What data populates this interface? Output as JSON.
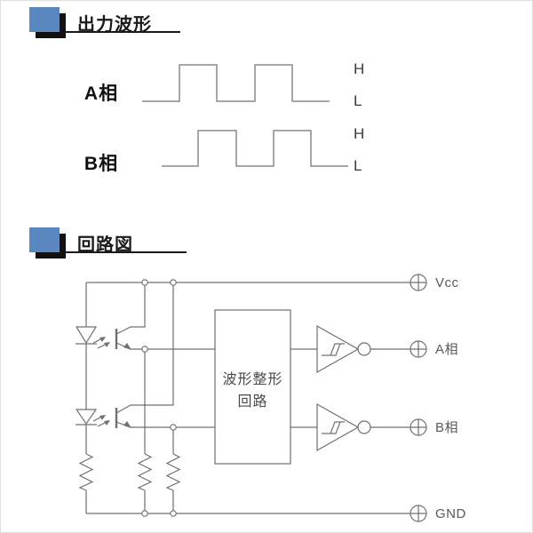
{
  "waveform_section": {
    "title": "出力波形",
    "phases": [
      {
        "label": "A相",
        "high": "H",
        "low": "L",
        "pattern": "square-wave, 2 pulses",
        "phase_offset_deg": 0
      },
      {
        "label": "B相",
        "high": "H",
        "low": "L",
        "pattern": "square-wave, 2 pulses",
        "phase_offset_deg": 90
      }
    ]
  },
  "circuit_section": {
    "title": "回路図",
    "shaper_box": {
      "line1": "波形整形",
      "line2": "回路"
    },
    "terminals": {
      "vcc": "Vcc",
      "phase_a": "A相",
      "phase_b": "B相",
      "gnd": "GND"
    },
    "components": {
      "photocouplers": 2,
      "resistors": 3,
      "schmitt_buffers": 2
    }
  },
  "colors": {
    "accent_blue": "#5b87c0",
    "header_black": "#111111",
    "circuit_line": "#707070",
    "wave_line": "#8a8a8a",
    "circuit_label": "#5a5a5a",
    "background": "#ffffff"
  }
}
